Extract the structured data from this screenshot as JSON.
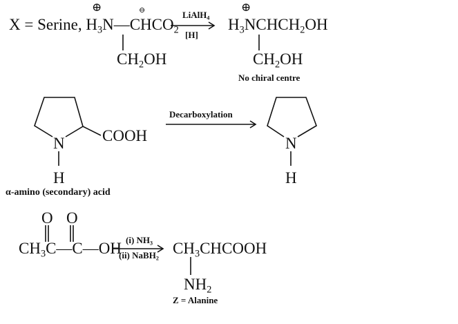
{
  "reaction1": {
    "prefix": "X = Serine, ",
    "reactant": {
      "a": "H",
      "a_sub": "3",
      "b": "N—CHCO",
      "b_sub": "2",
      "branch": "CH",
      "branch_sub": "2",
      "branch_end": "OH",
      "plus_charge": "⊕",
      "minus_charge": "⊖"
    },
    "reagent_top": "LiAlH",
    "reagent_top_sub": "4",
    "reagent_bottom": "[H]",
    "product": {
      "a": "H",
      "a_sub": "3",
      "b": "NCHCH",
      "b_sub": "2",
      "c": "OH",
      "branch": "CH",
      "branch_sub": "2",
      "branch_end": "OH",
      "plus_charge": "⊕"
    },
    "note": "No chiral centre"
  },
  "reaction2": {
    "reactant_n": "N",
    "reactant_h": "H",
    "reactant_group": "COOH",
    "reagent": "Decarboxylation",
    "product_n": "N",
    "product_h": "H",
    "label": "α-amino (secondary) acid"
  },
  "reaction3": {
    "o1": "O",
    "o2": "O",
    "reactant_a": "CH",
    "reactant_a_sub": "3",
    "reactant_b": "C—C—OH",
    "reagent_top": "(i) NH",
    "reagent_top_sub": "3",
    "reagent_bottom": "(ii) NaBH",
    "reagent_bottom_sub": "2",
    "product_a": "CH",
    "product_a_sub": "3",
    "product_b": "CHCOOH",
    "branch": "NH",
    "branch_sub": "2",
    "label": "Z = Alanine"
  }
}
